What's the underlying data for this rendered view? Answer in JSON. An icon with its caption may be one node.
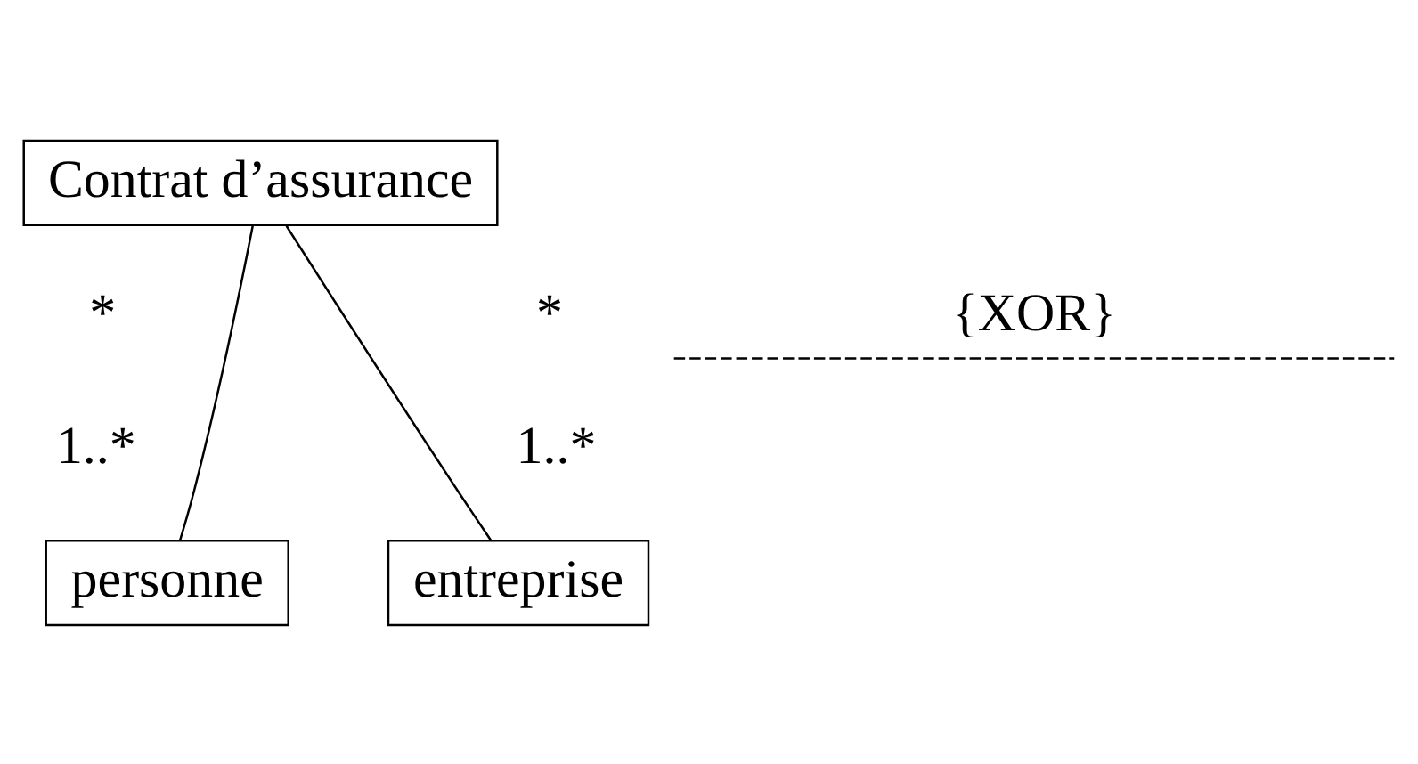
{
  "diagram": {
    "nodes": [
      {
        "text": [
          "Contrat d’assurance"
        ]
      },
      {
        "text": [
          "personne"
        ]
      },
      {
        "text": [
          "entreprise"
        ]
      }
    ],
    "edges": [
      {
        "from": 0,
        "to": 2,
        "arrow": "none"
      },
      {
        "from": 0,
        "to": 1,
        "arrow": "none"
      }
    ],
    "labels": [
      "*",
      "*",
      "{XOR}",
      "1..*",
      "1..*"
    ]
  }
}
